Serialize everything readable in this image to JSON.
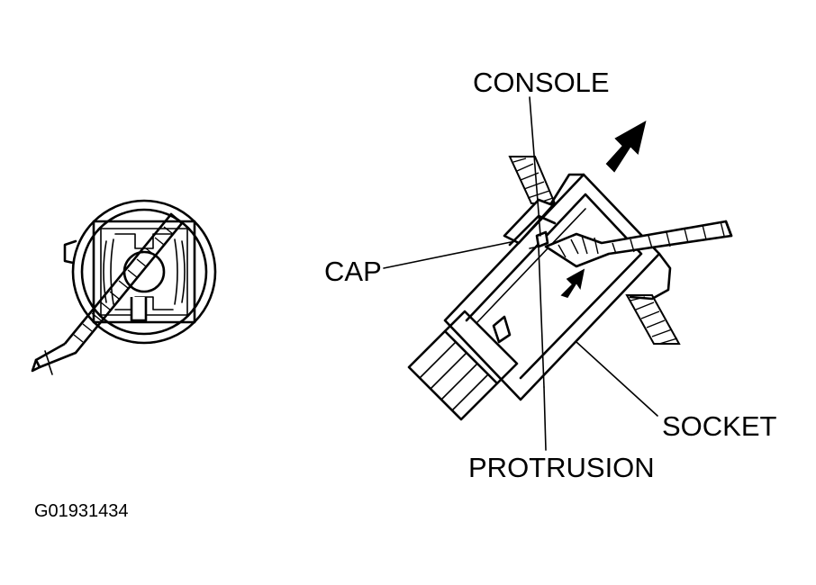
{
  "labels": {
    "console": "CONSOLE",
    "cap": "CAP",
    "socket": "SOCKET",
    "protrusion": "PROTRUSION"
  },
  "figure_code": "G01931434"
}
